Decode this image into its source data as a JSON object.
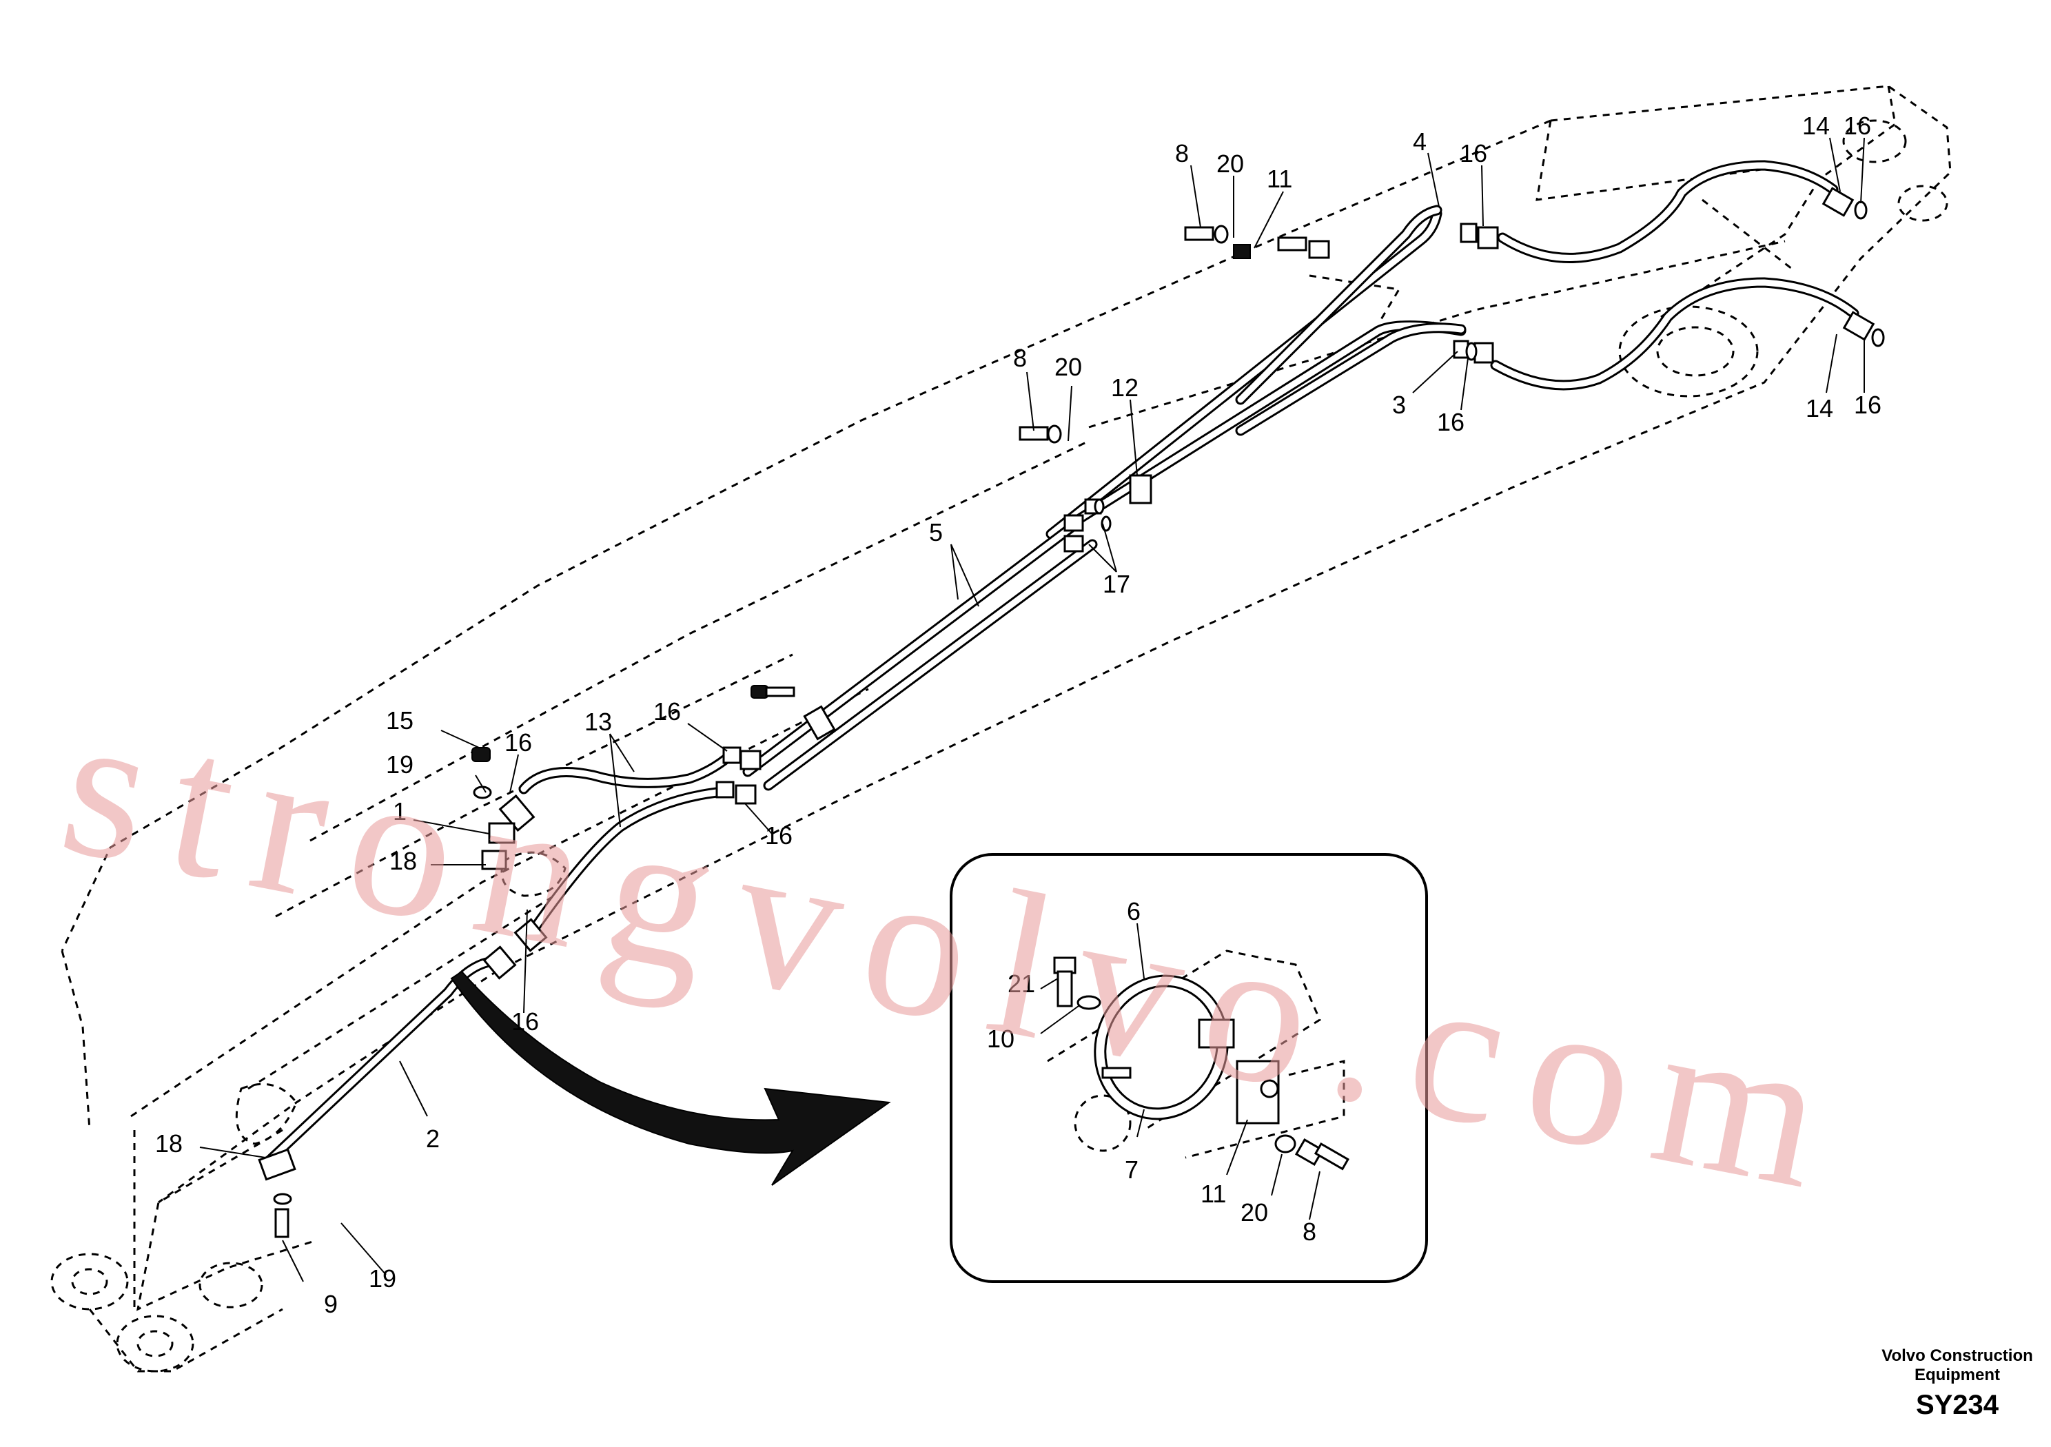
{
  "callouts": [
    {
      "id": "c8a",
      "label": "8"
    },
    {
      "id": "c20a",
      "label": "20"
    },
    {
      "id": "c11a",
      "label": "11"
    },
    {
      "id": "c4",
      "label": "4"
    },
    {
      "id": "c16a",
      "label": "16"
    },
    {
      "id": "c14a",
      "label": "14"
    },
    {
      "id": "c16b",
      "label": "16"
    },
    {
      "id": "c8b",
      "label": "8"
    },
    {
      "id": "c20b",
      "label": "20"
    },
    {
      "id": "c12",
      "label": "12"
    },
    {
      "id": "c3",
      "label": "3"
    },
    {
      "id": "c16c",
      "label": "16"
    },
    {
      "id": "c14b",
      "label": "14"
    },
    {
      "id": "c16d",
      "label": "16"
    },
    {
      "id": "c5",
      "label": "5"
    },
    {
      "id": "c17",
      "label": "17"
    },
    {
      "id": "c15",
      "label": "15"
    },
    {
      "id": "c16e",
      "label": "16"
    },
    {
      "id": "c13",
      "label": "13"
    },
    {
      "id": "c16f",
      "label": "16"
    },
    {
      "id": "c19a",
      "label": "19"
    },
    {
      "id": "c1",
      "label": "1"
    },
    {
      "id": "c18a",
      "label": "18"
    },
    {
      "id": "c16g",
      "label": "16"
    },
    {
      "id": "c16h",
      "label": "16"
    },
    {
      "id": "c2",
      "label": "2"
    },
    {
      "id": "c18b",
      "label": "18"
    },
    {
      "id": "c19b",
      "label": "19"
    },
    {
      "id": "c9",
      "label": "9"
    },
    {
      "id": "c6",
      "label": "6"
    },
    {
      "id": "c21",
      "label": "21"
    },
    {
      "id": "c10",
      "label": "10"
    },
    {
      "id": "c7",
      "label": "7"
    },
    {
      "id": "c11b",
      "label": "11"
    },
    {
      "id": "c20c",
      "label": "20"
    },
    {
      "id": "c8c",
      "label": "8"
    }
  ],
  "watermark": "strongvolvo.com",
  "brand": {
    "line1": "Volvo Construction",
    "line2": "Equipment",
    "code": "SY234"
  }
}
